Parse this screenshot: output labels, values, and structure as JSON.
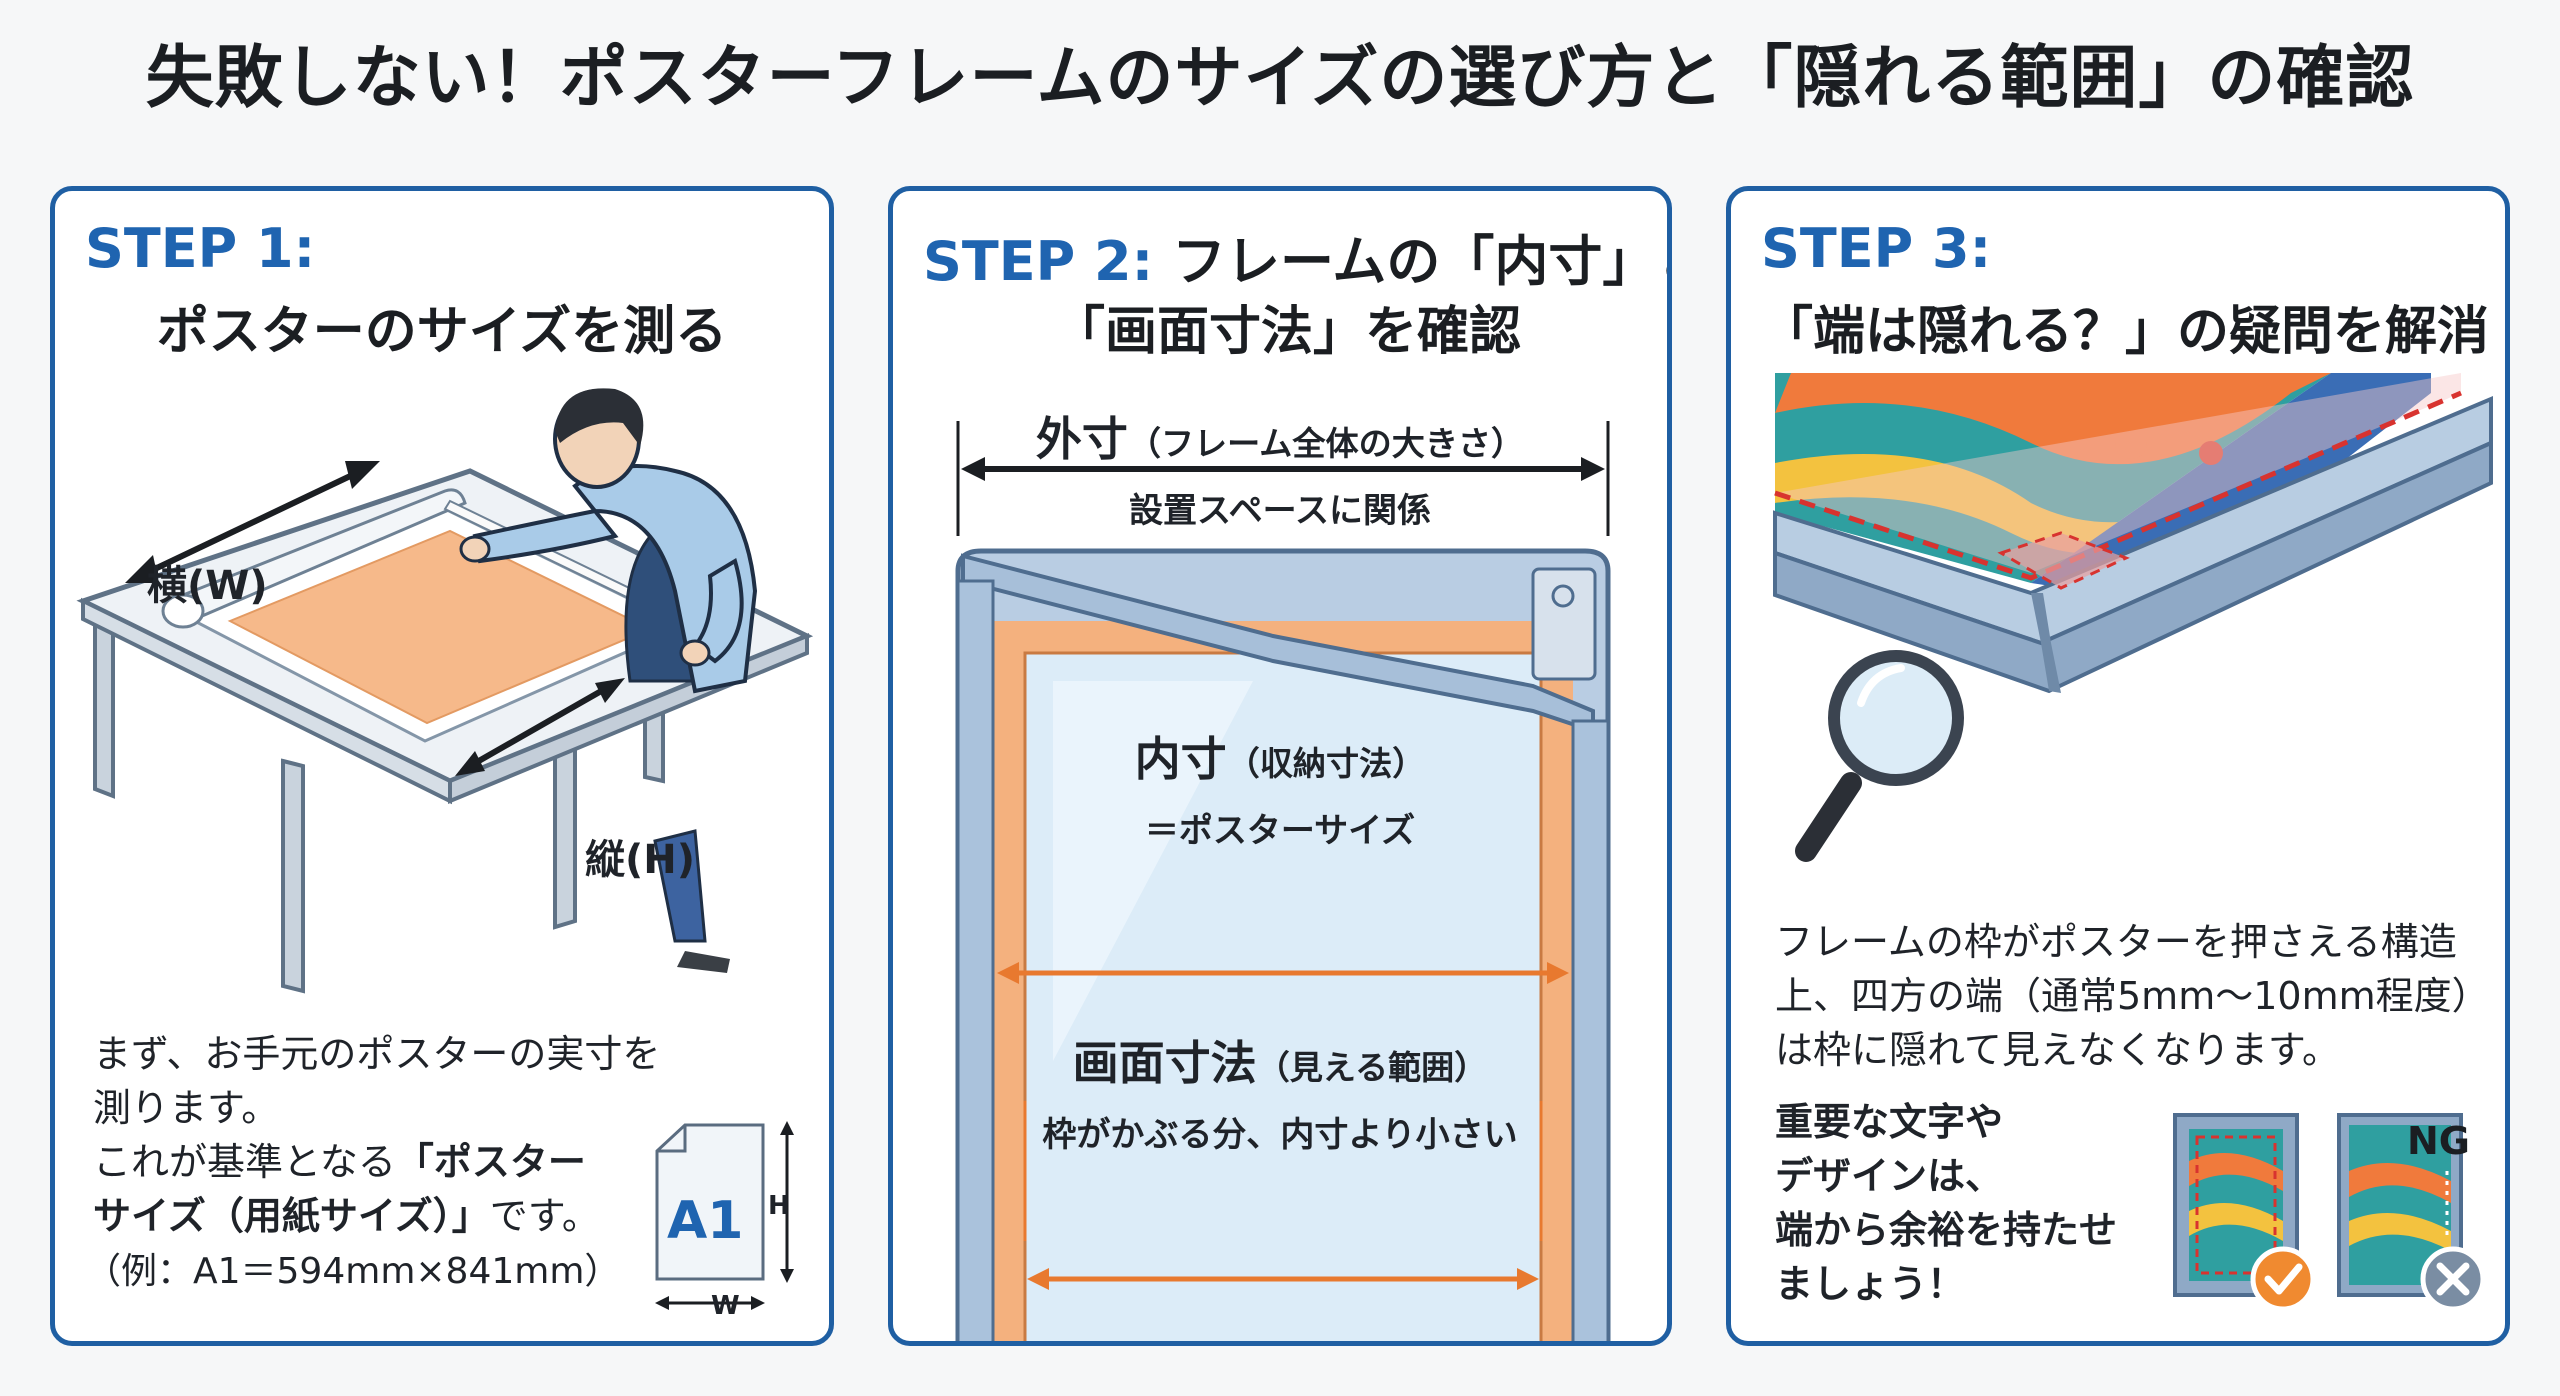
{
  "title": "失敗しない！ポスターフレームのサイズの選び方と「隠れる範囲」の確認",
  "step1": {
    "label": "STEP 1:",
    "heading": "ポスターのサイズを測る",
    "width_label": "横(W)",
    "height_label": "縦(H)",
    "body_line1": "まず、お手元のポスターの実寸を",
    "body_line2": "測ります。",
    "body_line3_a": "これが基準となる",
    "body_line3_b": "「ポスター",
    "body_line4": "サイズ（用紙サイズ）」",
    "body_line4_b": "です。",
    "example": "（例：A1＝594mm×841mm）",
    "paper_label": "A1",
    "paper_h": "H",
    "paper_w": "W"
  },
  "step2": {
    "label": "STEP 2:",
    "heading_line1": "フレームの「内寸」と",
    "heading_line2": "「画面寸法」を確認",
    "outer_main": "外寸",
    "outer_note": "（フレーム全体の大きさ）",
    "outer_sub": "設置スペースに関係",
    "inner_main": "内寸",
    "inner_note": "（収納寸法）",
    "inner_sub": "＝ポスターサイズ",
    "view_main": "画面寸法",
    "view_note": "（見える範囲）",
    "view_sub": "枠がかぶる分、内寸より小さい"
  },
  "step3": {
    "label": "STEP 3:",
    "heading": "「端は隠れる？」の疑問を解消",
    "body_line1": "フレームの枠がポスターを押さえる構造",
    "body_line2": "上、四方の端（通常5mm〜10mm程度）",
    "body_line3": "は枠に隠れて見えなくなります。",
    "tip_line1": "重要な文字や",
    "tip_line2": "デザインは、",
    "tip_line3": "端から余裕を持たせ",
    "tip_line4": "ましょう！",
    "ng_label": "NG"
  },
  "colors": {
    "accent_blue": "#1f64b0",
    "border_blue": "#1f5fa3",
    "orange": "#e8792f",
    "poster_orange": "#f6b98a",
    "frame_silver": "#9fb8d6",
    "ok_orange": "#f08a30",
    "ng_grey": "#7a8da3",
    "dash_red": "#d8332f"
  }
}
